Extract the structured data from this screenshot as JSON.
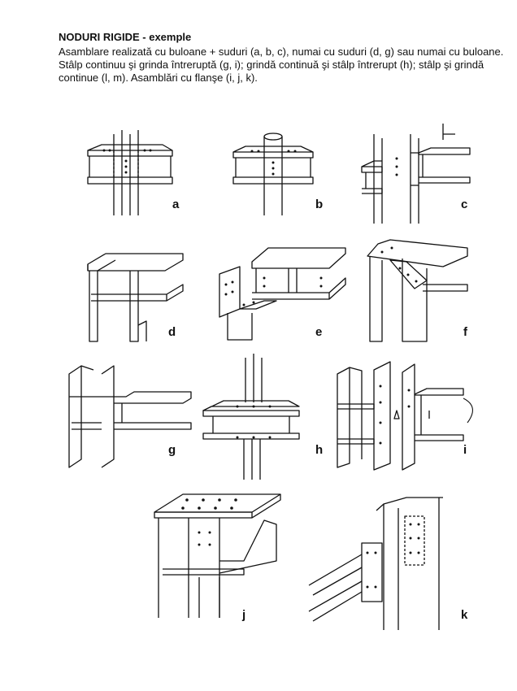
{
  "title": "NODURI RIGIDE - exemple",
  "description": [
    "Asamblare realizată cu buloane + suduri (a, b, c), numai cu suduri (d, g) sau numai cu buloane.",
    "Stâlp continuu şi grinda întreruptă (g, i); grindă continuă şi stâlp întrerupt (h); stâlp şi grindă",
    "continue (l, m). Asamblări cu flanşe (i, j, k)."
  ],
  "figures": [
    {
      "label": "a"
    },
    {
      "label": "b"
    },
    {
      "label": "c"
    },
    {
      "label": "d"
    },
    {
      "label": "e"
    },
    {
      "label": "f"
    },
    {
      "label": "g"
    },
    {
      "label": "h"
    },
    {
      "label": "i"
    },
    {
      "label": "j"
    },
    {
      "label": "k"
    }
  ]
}
